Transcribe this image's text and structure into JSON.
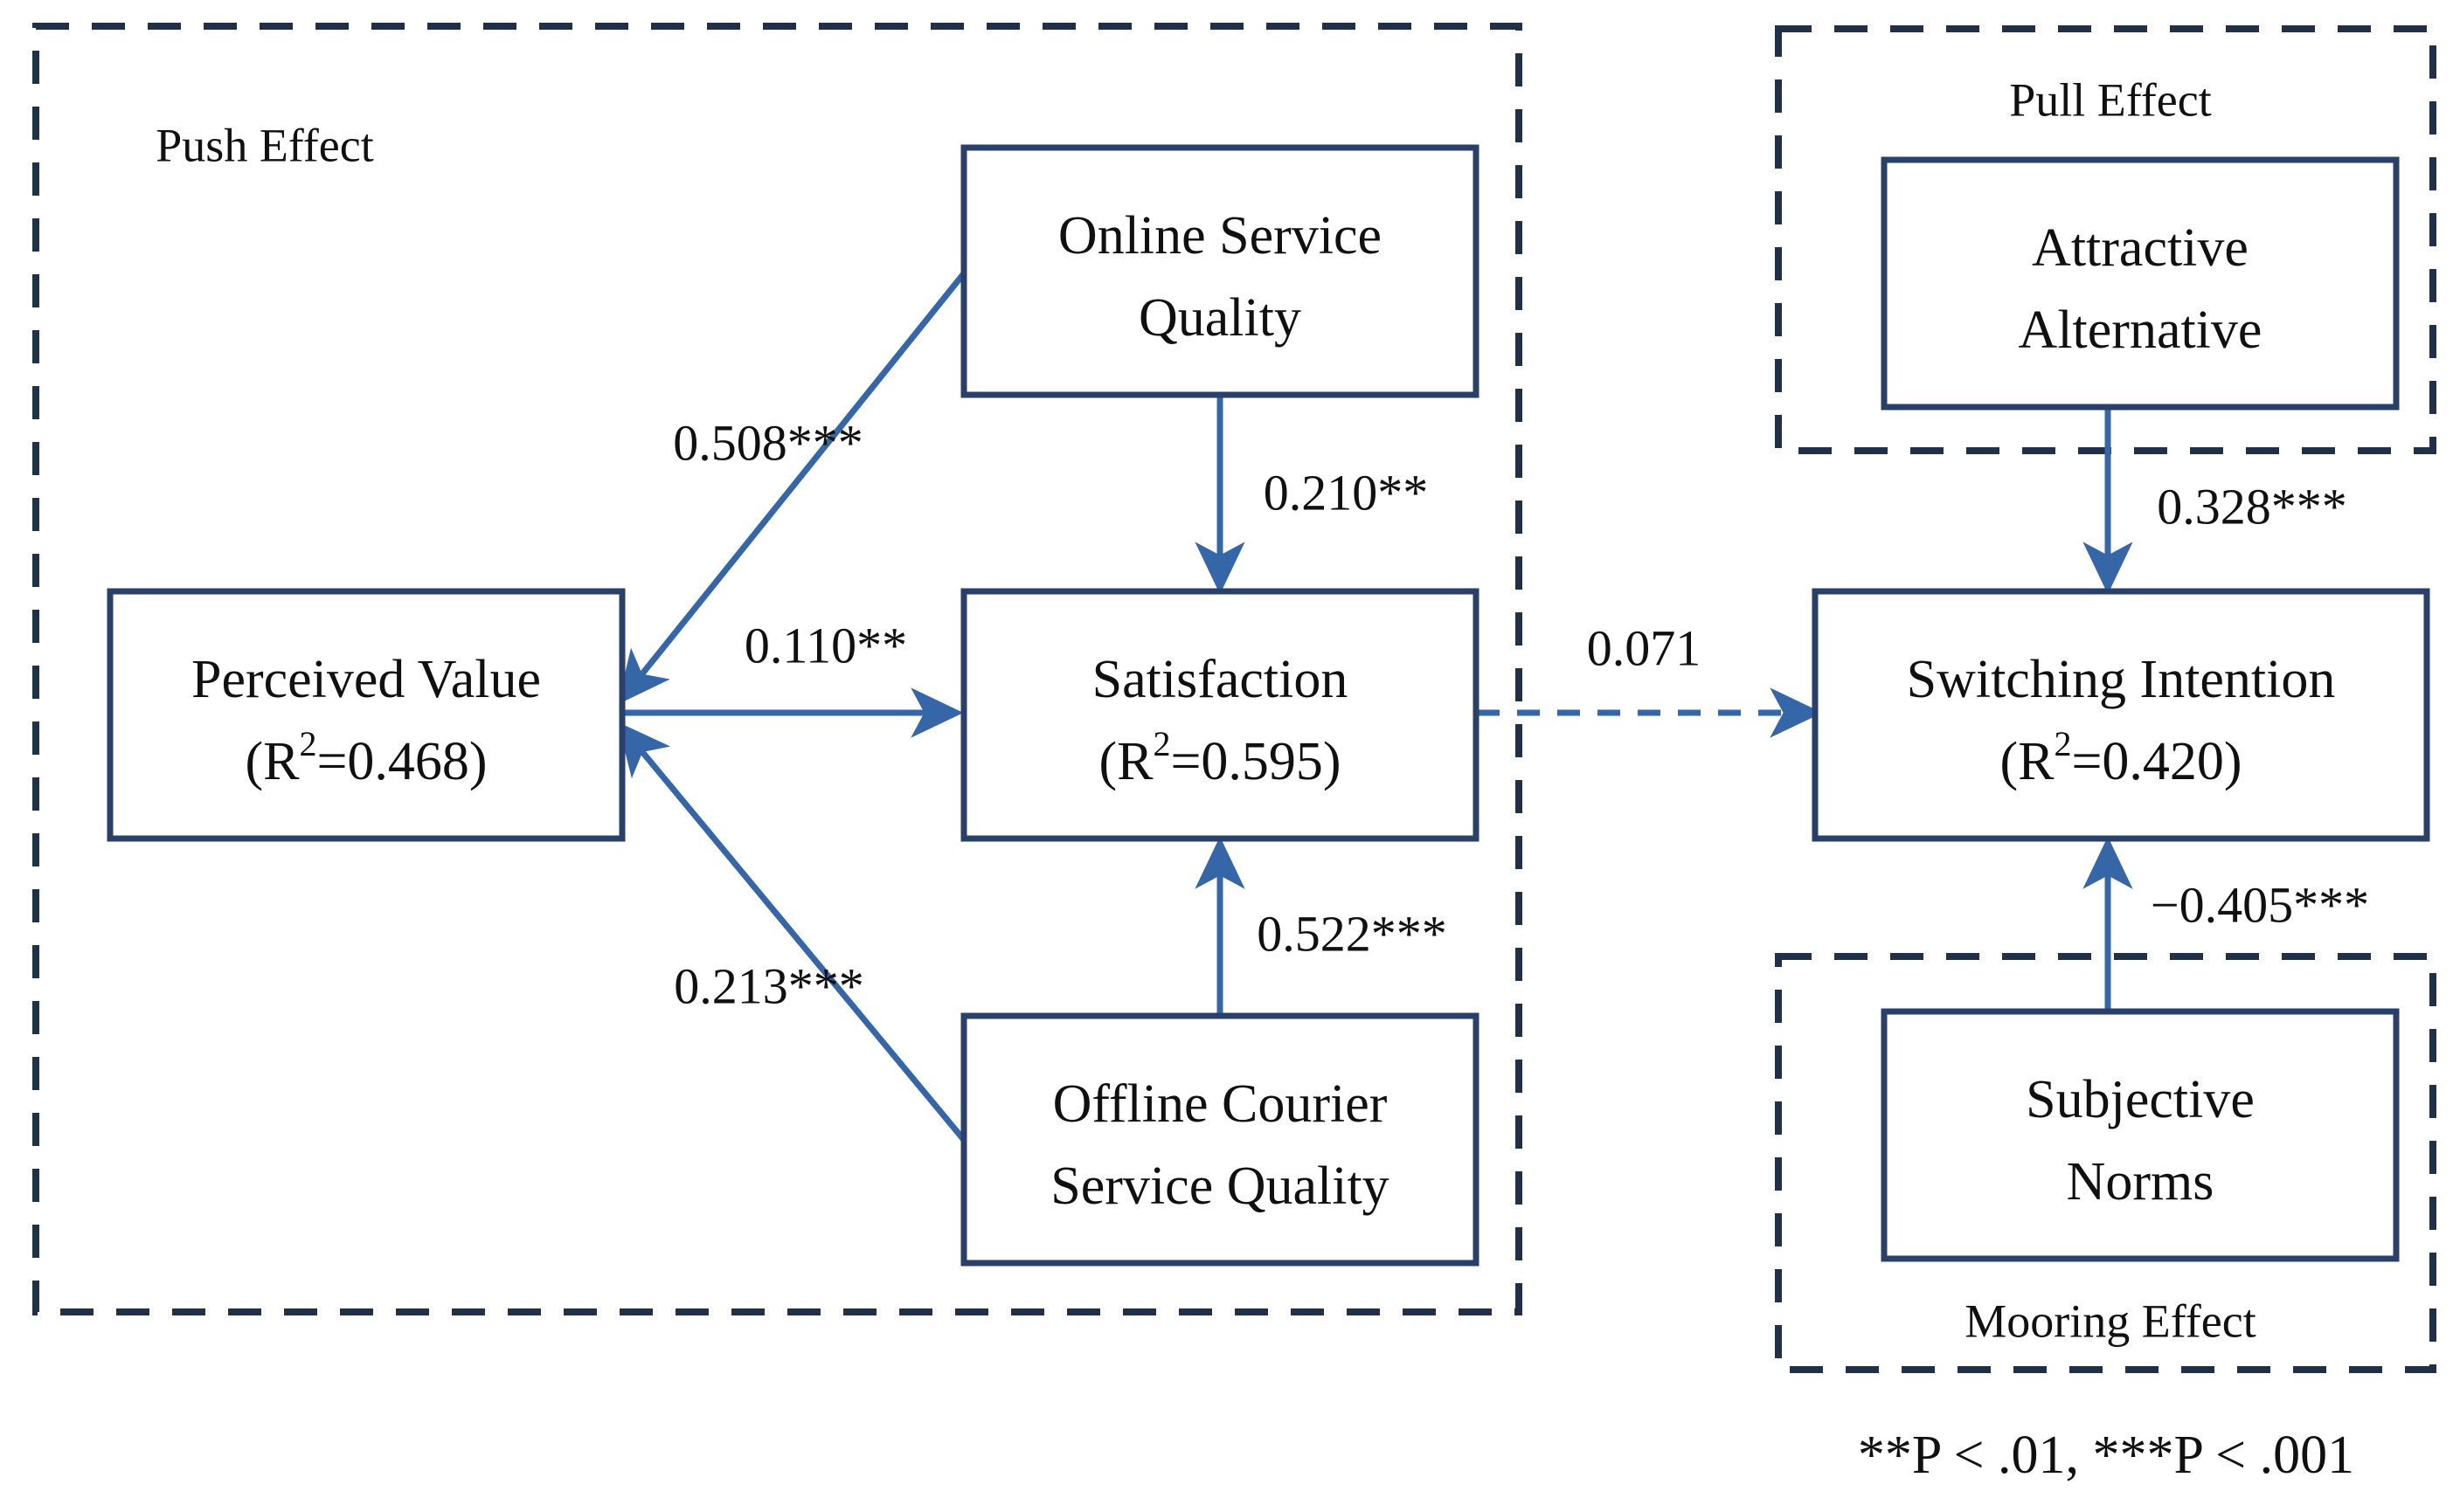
{
  "figure": {
    "type": "path-diagram",
    "title": "",
    "footnote": "**P < .01, ***P < .001"
  },
  "groups": [
    {
      "id": "push",
      "label": "Push Effect",
      "label_position": "top-left"
    },
    {
      "id": "pull",
      "label": "Pull Effect",
      "label_position": "top-center"
    },
    {
      "id": "mooring",
      "label": "Mooring Effect",
      "label_position": "bottom-center"
    }
  ],
  "nodes": [
    {
      "id": "online_service_quality",
      "line1": "Online Service",
      "line2": "Quality",
      "group": "push"
    },
    {
      "id": "perceived_value",
      "line1": "Perceived Value",
      "line2_prefix": "(R",
      "line2_sup": "2",
      "line2_suffix": "=0.468)",
      "r_squared": "0.468",
      "group": "push"
    },
    {
      "id": "satisfaction",
      "line1": "Satisfaction",
      "line2_prefix": "(R",
      "line2_sup": "2",
      "line2_suffix": "=0.595)",
      "r_squared": "0.595",
      "group": "push"
    },
    {
      "id": "offline_courier_service_quality",
      "line1": "Offline Courier",
      "line2": "Service Quality",
      "group": "push"
    },
    {
      "id": "attractive_alternative",
      "line1": "Attractive",
      "line2": "Alternative",
      "group": "pull"
    },
    {
      "id": "switching_intention",
      "line1": "Switching Intention",
      "line2_prefix": "(R",
      "line2_sup": "2",
      "line2_suffix": "=0.420)",
      "r_squared": "0.420",
      "group": "mooring"
    },
    {
      "id": "subjective_norms",
      "line1": "Subjective",
      "line2": "Norms",
      "group": "mooring"
    }
  ],
  "paths": [
    {
      "id": "osq_to_pv",
      "from": "online_service_quality",
      "to": "perceived_value",
      "label": "0.508***",
      "coefficient": 0.508,
      "significance": "***",
      "style": "solid"
    },
    {
      "id": "osq_to_sat",
      "from": "online_service_quality",
      "to": "satisfaction",
      "label": "0.210**",
      "coefficient": 0.21,
      "significance": "**",
      "style": "solid"
    },
    {
      "id": "pv_to_sat",
      "from": "perceived_value",
      "to": "satisfaction",
      "label": "0.110**",
      "coefficient": 0.11,
      "significance": "**",
      "style": "solid"
    },
    {
      "id": "ocsq_to_pv",
      "from": "offline_courier_service_quality",
      "to": "perceived_value",
      "label": "0.213***",
      "coefficient": 0.213,
      "significance": "***",
      "style": "solid"
    },
    {
      "id": "ocsq_to_sat",
      "from": "offline_courier_service_quality",
      "to": "satisfaction",
      "label": "0.522***",
      "coefficient": 0.522,
      "significance": "***",
      "style": "solid"
    },
    {
      "id": "sat_to_si",
      "from": "satisfaction",
      "to": "switching_intention",
      "label": "0.071",
      "coefficient": 0.071,
      "significance": "",
      "style": "dashed"
    },
    {
      "id": "aa_to_si",
      "from": "attractive_alternative",
      "to": "switching_intention",
      "label": "0.328***",
      "coefficient": 0.328,
      "significance": "***",
      "style": "solid"
    },
    {
      "id": "sn_to_si",
      "from": "subjective_norms",
      "to": "switching_intention",
      "label": "−0.405***",
      "coefficient": -0.405,
      "significance": "***",
      "style": "solid"
    }
  ],
  "colors": {
    "box_border": "#29406B",
    "group_border": "#1F3048",
    "arrow": "#3566A8",
    "text": "#101010",
    "background": "#FFFFFF"
  }
}
